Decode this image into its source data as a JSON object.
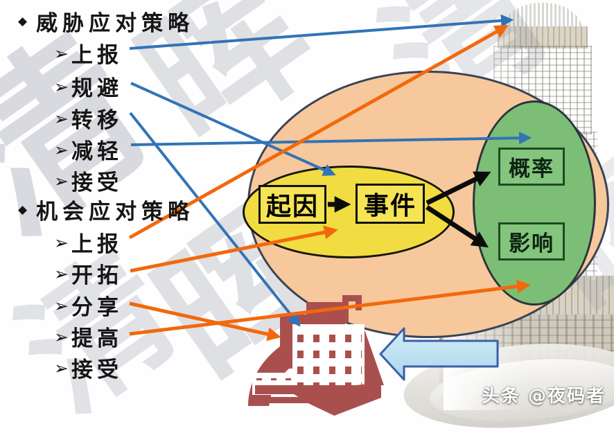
{
  "sections": {
    "threat": {
      "bullet": "◆",
      "title": "威胁应对策略",
      "item_bullet": "➢",
      "items": [
        "上报",
        "规避",
        "转移",
        "减轻",
        "接受"
      ]
    },
    "opportunity": {
      "bullet": "◆",
      "title": "机会应对策略",
      "item_bullet": "➢",
      "items": [
        "上报",
        "开拓",
        "分享",
        "提高",
        "接受"
      ]
    }
  },
  "diagram": {
    "cause": "起因",
    "event": "事件",
    "probability": "概率",
    "impact": "影响"
  },
  "arrows": [
    {
      "from": "威胁-上报",
      "to": "高层组织(大楼顶部)",
      "color": "blue"
    },
    {
      "from": "威胁-规避",
      "to": "起因(黄色区域)",
      "color": "blue"
    },
    {
      "from": "威胁-转移",
      "to": "第三方(红色建筑)",
      "color": "blue"
    },
    {
      "from": "威胁-减轻",
      "to": "概率与影响(绿色区域)",
      "color": "blue"
    },
    {
      "from": "机会-上报",
      "to": "高层组织(大楼顶部)",
      "color": "orange"
    },
    {
      "from": "机会-开拓",
      "to": "起因(黄色区域)",
      "color": "orange"
    },
    {
      "from": "机会-分享",
      "to": "第三方(红色建筑)",
      "color": "orange"
    },
    {
      "from": "机会-提高",
      "to": "概率与影响(绿色区域)",
      "color": "orange"
    },
    {
      "from": "起因",
      "to": "事件",
      "color": "black"
    },
    {
      "from": "事件",
      "to": "概率",
      "color": "black"
    },
    {
      "from": "事件",
      "to": "影响",
      "color": "black"
    }
  ],
  "watermark": [
    "清",
    "晖",
    "清",
    "晖",
    "清",
    "晖"
  ],
  "byline": "头条 @夜码者",
  "colors": {
    "threat_arrow": "#3273B8",
    "opportunity_arrow": "#F3680C",
    "relation_arrow": "#0B0B0B",
    "risk_field": "#F6C89C",
    "cause_event_field": "#F1DC42",
    "assessment_field": "#7CBE75",
    "third_party_building": "#A9504E",
    "feedback_arrow_fill": "#C5E6F4"
  }
}
